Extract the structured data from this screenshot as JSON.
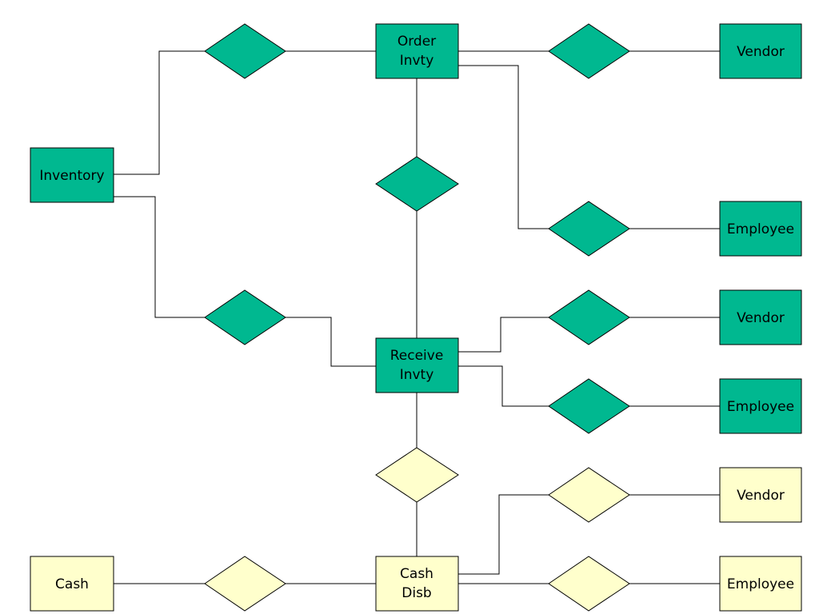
{
  "colors": {
    "green": "#00B890",
    "cream": "#FFFFCC",
    "line": "#000000"
  },
  "entities": {
    "inventory": {
      "lines": [
        "Inventory"
      ],
      "fill": "green"
    },
    "order_invty": {
      "lines": [
        "Order",
        "Invty"
      ],
      "fill": "green"
    },
    "vendor_order": {
      "lines": [
        "Vendor"
      ],
      "fill": "green"
    },
    "employee_order": {
      "lines": [
        "Employee"
      ],
      "fill": "green"
    },
    "receive_invty": {
      "lines": [
        "Receive",
        "Invty"
      ],
      "fill": "green"
    },
    "vendor_receive": {
      "lines": [
        "Vendor"
      ],
      "fill": "green"
    },
    "employee_receive": {
      "lines": [
        "Employee"
      ],
      "fill": "green"
    },
    "cash": {
      "lines": [
        "Cash"
      ],
      "fill": "cream"
    },
    "cash_disb": {
      "lines": [
        "Cash",
        "Disb"
      ],
      "fill": "cream"
    },
    "vendor_cash": {
      "lines": [
        "Vendor"
      ],
      "fill": "cream"
    },
    "employee_cash": {
      "lines": [
        "Employee"
      ],
      "fill": "cream"
    }
  },
  "relationships": [
    {
      "id": "inventory-order-rel",
      "fill": "green"
    },
    {
      "id": "order-vendor-rel",
      "fill": "green"
    },
    {
      "id": "order-receive-rel",
      "fill": "green"
    },
    {
      "id": "order-employee-rel",
      "fill": "green"
    },
    {
      "id": "inventory-receive-rel",
      "fill": "green"
    },
    {
      "id": "receive-vendor-rel",
      "fill": "green"
    },
    {
      "id": "receive-employee-rel",
      "fill": "green"
    },
    {
      "id": "receive-cash-disb-rel",
      "fill": "cream"
    },
    {
      "id": "cash-disb-vendor-rel",
      "fill": "cream"
    },
    {
      "id": "cash-cash-disb-rel",
      "fill": "cream"
    },
    {
      "id": "cash-disb-employee-rel",
      "fill": "cream"
    }
  ]
}
